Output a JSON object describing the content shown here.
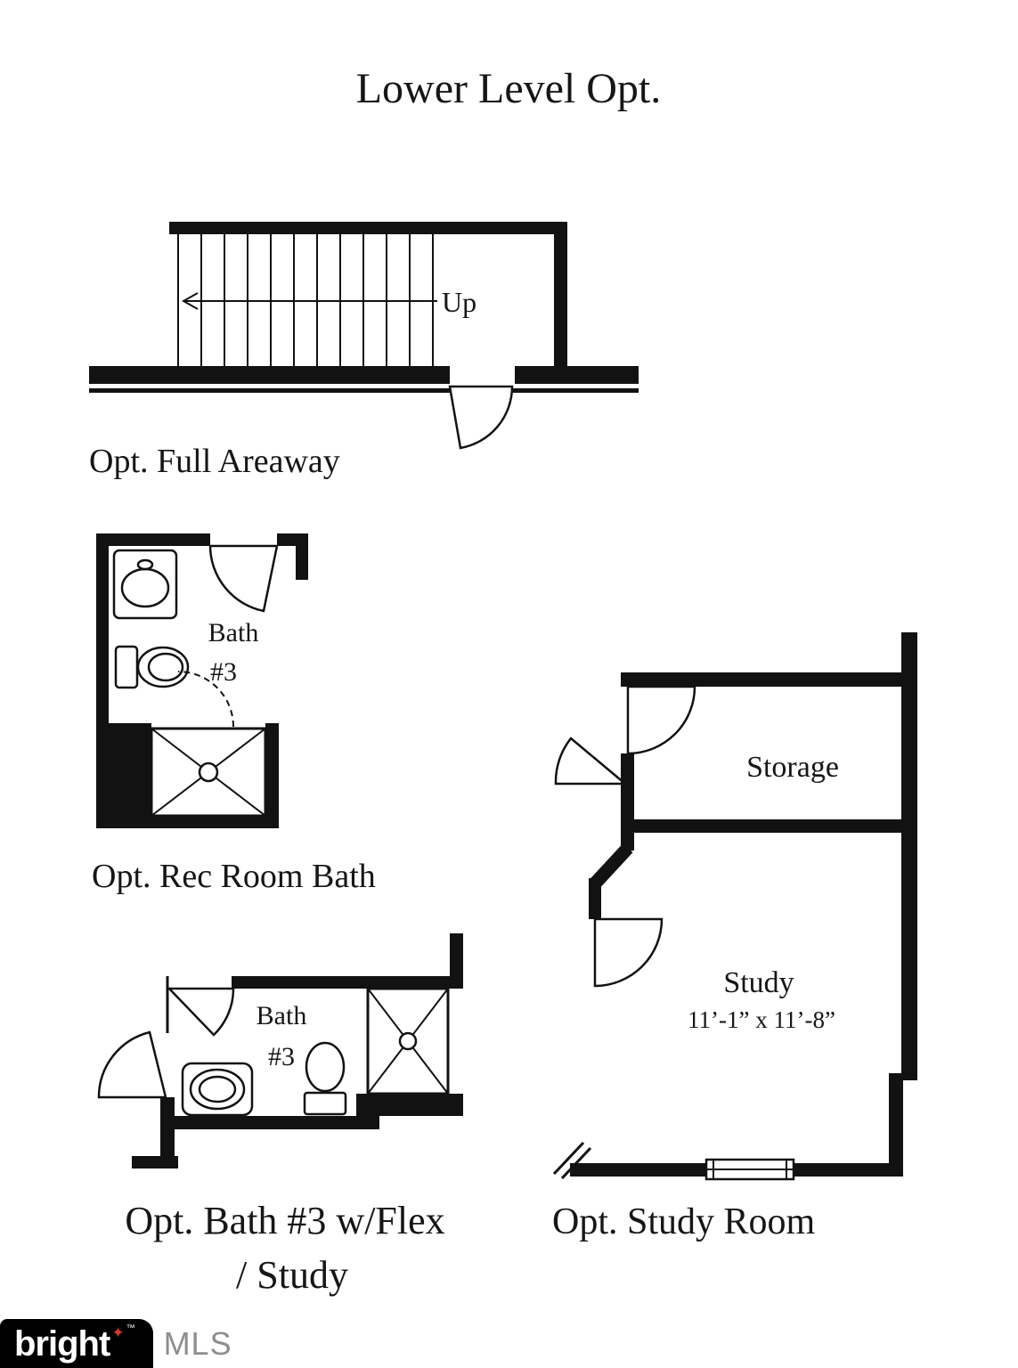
{
  "page": {
    "title": "Lower Level Opt."
  },
  "areaway": {
    "caption": "Opt. Full Areaway",
    "up_label": "Up"
  },
  "rec_bath": {
    "caption": "Opt. Rec Room Bath",
    "room_line1": "Bath",
    "room_line2": "#3"
  },
  "flex_bath": {
    "caption_line1": "Opt. Bath #3 w/Flex",
    "caption_line2": "/ Study",
    "room_line1": "Bath",
    "room_line2": "#3"
  },
  "study": {
    "caption": "Opt. Study Room",
    "storage_label": "Storage",
    "study_label": "Study",
    "dimensions": "11’-1” x 11’-8”"
  },
  "logo": {
    "brand": "bright",
    "star": "✦",
    "tm": "™",
    "mls": "MLS",
    "star_color": "#d63a2a",
    "box_color": "#000000",
    "mls_color": "#8e8e8e"
  }
}
